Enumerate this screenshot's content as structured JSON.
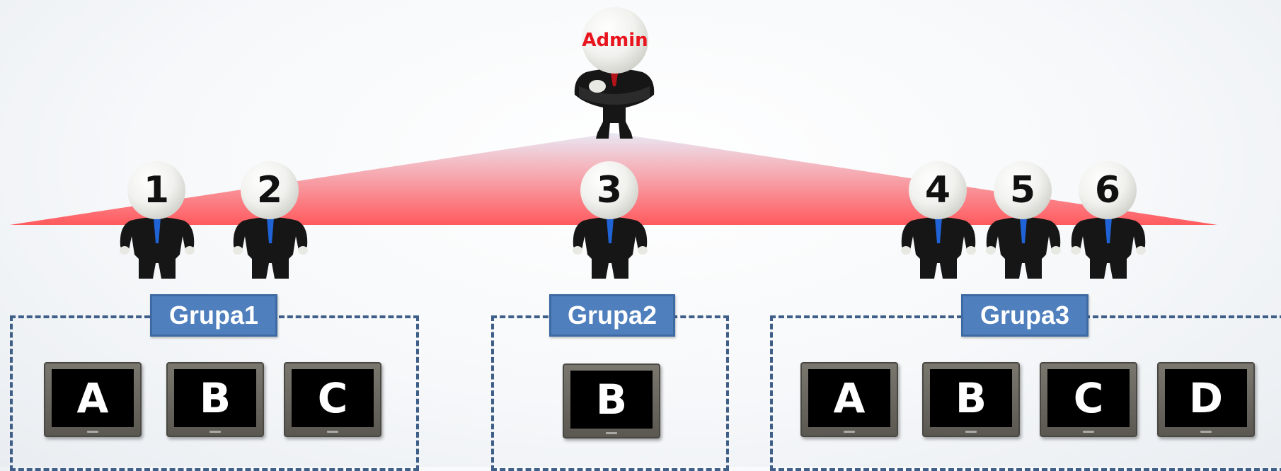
{
  "admin": {
    "label": "Admin"
  },
  "users": [
    {
      "label": "1"
    },
    {
      "label": "2"
    },
    {
      "label": "3"
    },
    {
      "label": "4"
    },
    {
      "label": "5"
    },
    {
      "label": "6"
    }
  ],
  "groups": [
    {
      "label": "Grupa1",
      "monitors": [
        "A",
        "B",
        "C"
      ]
    },
    {
      "label": "Grupa2",
      "monitors": [
        "B"
      ]
    },
    {
      "label": "Grupa3",
      "monitors": [
        "A",
        "B",
        "C",
        "D"
      ]
    }
  ],
  "colors": {
    "triangle_top": "#e6e6f2",
    "triangle_bottom": "#ff5a5e",
    "group_label_bg": "#4f7fbd",
    "group_border": "#3f5f88",
    "admin_text": "#e8141e",
    "tie": "#1f63d6",
    "admin_tie": "#b4131a",
    "suit": "#161616"
  }
}
